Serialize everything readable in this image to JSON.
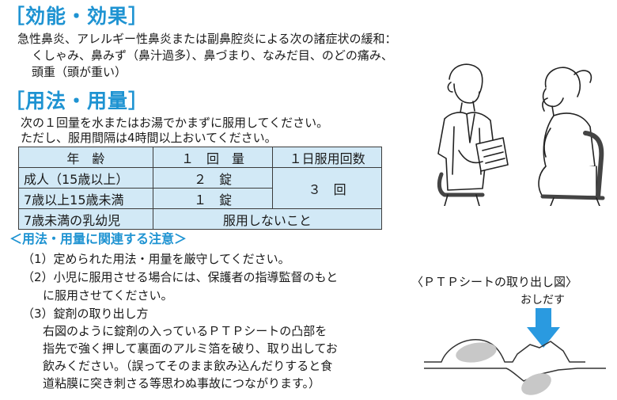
{
  "efficacy": {
    "heading": "［効能・効果］",
    "lines": [
      "急性鼻炎、アレルギー性鼻炎または副鼻腔炎による次の諸症状の緩和：",
      "くしゃみ、鼻みず（鼻汁過多）、鼻づまり、なみだ目、のどの痛み、",
      "頭重（頭が重い）"
    ]
  },
  "usage": {
    "heading": "［用法・用量］",
    "lines": [
      "次の１回量を水またはお湯でかまずに服用してください。",
      "ただし、服用間隔は4時間以上おいてください。"
    ],
    "table": {
      "headers": [
        "年　齢",
        "１　回　量",
        "１日服用回数"
      ],
      "rows": [
        {
          "age": "成人（15歳以上）",
          "dose": "２　錠"
        },
        {
          "age": "7歳以上15歳未満",
          "dose": "１　錠"
        },
        {
          "age": "7歳未満の乳幼児",
          "note": "服用しないこと"
        }
      ],
      "times": "３　回"
    }
  },
  "cautions": {
    "heading": "＜用法・用量に関連する注意＞",
    "lines": [
      "（1）定められた用法・用量を厳守してください。",
      "（2）小児に服用させる場合には、保護者の指導監督のもと",
      "に服用させてください。",
      "（3）錠剤の取り出し方",
      "右図のように錠剤の入っているＰＴＰシートの凸部を",
      "指先で強く押して裏面のアルミ箔を破り、取り出してお",
      "飲みください。（誤ってそのまま飲み込んだりすると食",
      "道粘膜に突き刺さる等思わぬ事故につながります。）"
    ]
  },
  "ptp": {
    "title": "〈ＰＴＰシートの取り出し図〉",
    "push_label": "おしだす"
  },
  "colors": {
    "heading": "#1e93d2",
    "table_fill": "#d2e9f6",
    "arrow": "#2a9ae0"
  }
}
